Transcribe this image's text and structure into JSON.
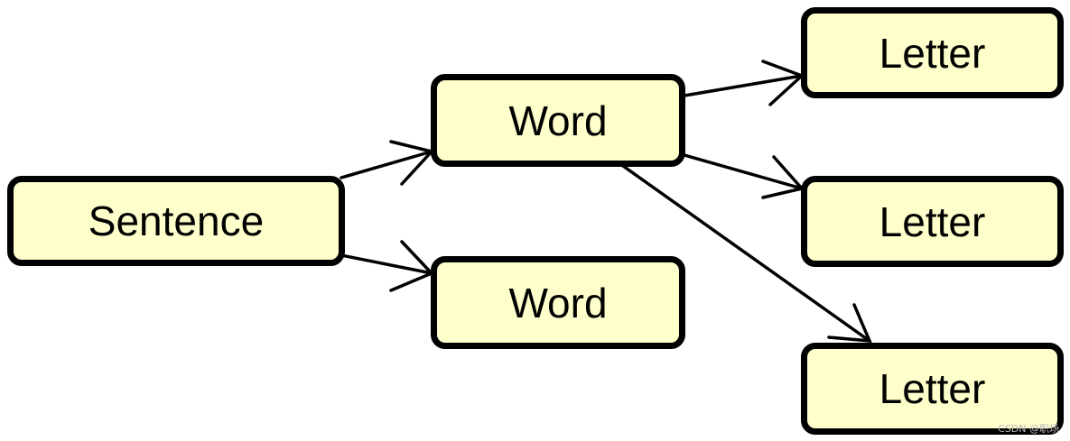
{
  "nodes": {
    "sentence": "Sentence",
    "word_1": "Word",
    "word_2": "Word",
    "letter_1": "Letter",
    "letter_2": "Letter",
    "letter_3": "Letter"
  },
  "edges": [
    {
      "from": "sentence",
      "to": "word_1"
    },
    {
      "from": "sentence",
      "to": "word_2"
    },
    {
      "from": "word_1",
      "to": "letter_1"
    },
    {
      "from": "word_1",
      "to": "letter_2"
    },
    {
      "from": "word_1",
      "to": "letter_3"
    }
  ],
  "watermark": "CSDN @职场",
  "colors": {
    "node_fill": "#ffffcc",
    "stroke": "#000000",
    "background": "#ffffff"
  }
}
